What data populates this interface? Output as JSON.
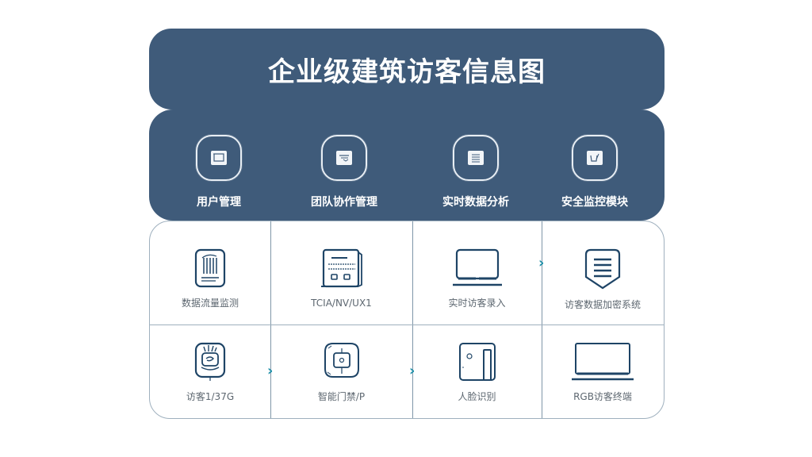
{
  "header": {
    "title": "企业级建筑访客信息图"
  },
  "categories": [
    {
      "label": "用户管理",
      "icon": "monitor-icon"
    },
    {
      "label": "团队协作管理",
      "icon": "display-icon"
    },
    {
      "label": "实时数据分析",
      "icon": "document-icon"
    },
    {
      "label": "安全监控模块",
      "icon": "edit-icon"
    }
  ],
  "grid": {
    "rows": [
      [
        {
          "label": "数据流量监测",
          "icon": "building-document-icon"
        },
        {
          "label": "TCIA/NV/UX1",
          "icon": "tablet-form-icon"
        },
        {
          "label": "实时访客录入",
          "icon": "laptop-icon"
        },
        {
          "label": "访客数据加密系统",
          "icon": "shield-list-icon"
        }
      ],
      [
        {
          "label": "访客1/37G",
          "icon": "badge-face-icon"
        },
        {
          "label": "智能门禁/P",
          "icon": "smart-device-icon"
        },
        {
          "label": "人脸识别",
          "icon": "door-icon"
        },
        {
          "label": "RGB访客终端",
          "icon": "laptop-wide-icon"
        }
      ]
    ],
    "arrows": [
      {
        "row": 0,
        "between": [
          2,
          3
        ],
        "glyph": "›"
      },
      {
        "row": 1,
        "between": [
          0,
          1
        ],
        "glyph": "›"
      },
      {
        "row": 1,
        "between": [
          1,
          2
        ],
        "glyph": "›"
      }
    ]
  },
  "colors": {
    "primary": "#3f5b7a",
    "accent": "#1f8fa8",
    "icon": "#1e4466",
    "border": "#9fb0be"
  }
}
